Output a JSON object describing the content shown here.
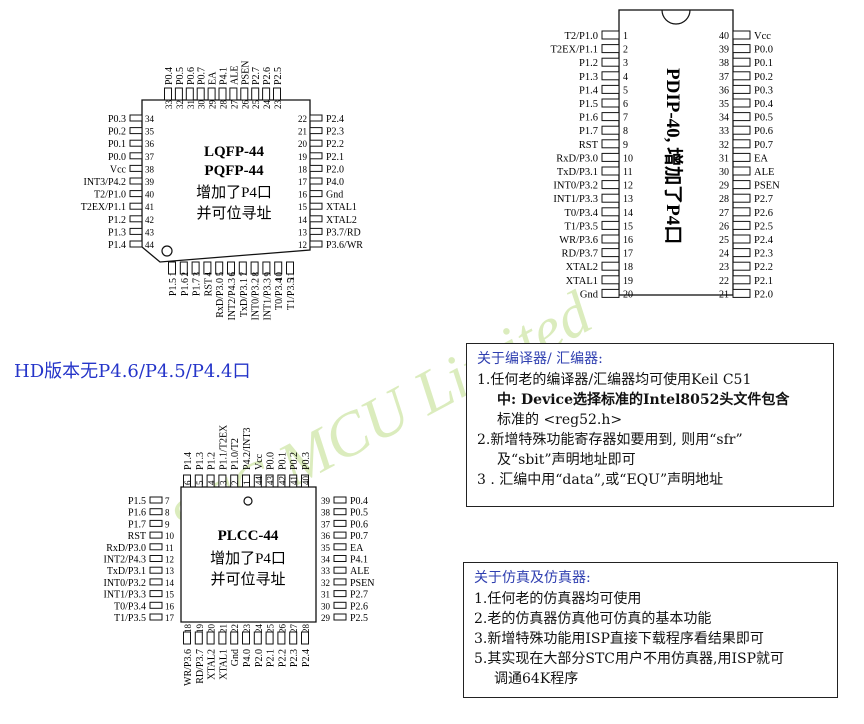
{
  "watermark": "STC MCU Limited",
  "lqfp": {
    "title1": "LQFP-44",
    "title2": "PQFP-44",
    "desc1": "增加了P4口",
    "desc2": "并可位寻址",
    "top_labels": [
      "P0.4",
      "P0.5",
      "P0.6",
      "P0.7",
      "EA",
      "P4.1",
      "ALE",
      "PSEN",
      "P2.7",
      "P2.6",
      "P2.5"
    ],
    "top_nums": [
      "33",
      "32",
      "31",
      "30",
      "29",
      "28",
      "27",
      "26",
      "25",
      "24",
      "23"
    ],
    "left_labels": [
      "P0.3",
      "P0.2",
      "P0.1",
      "P0.0",
      "Vcc",
      "INT3/P4.2",
      "T2/P1.0",
      "T2EX/P1.1",
      "P1.2",
      "P1.3",
      "P1.4"
    ],
    "left_nums": [
      "34",
      "35",
      "36",
      "37",
      "38",
      "39",
      "40",
      "41",
      "42",
      "43",
      "44"
    ],
    "right_labels": [
      "P2.4",
      "P2.3",
      "P2.2",
      "P2.1",
      "P2.0",
      "P4.0",
      "Gnd",
      "XTAL1",
      "XTAL2",
      "P3.7/RD",
      "P3.6/WR"
    ],
    "right_nums": [
      "22",
      "21",
      "20",
      "19",
      "18",
      "17",
      "16",
      "15",
      "14",
      "13",
      "12"
    ],
    "bottom_labels": [
      "P1.5",
      "P1.6",
      "P1.7",
      "RST",
      "RxD/P3.0",
      "INT2/P4.3",
      "TxD/P3.1",
      "INT0/P3.2",
      "INT1/P3.3",
      "T0/P3.4",
      "T1/P3.5"
    ],
    "bottom_nums": [
      "1",
      "2",
      "3",
      "4",
      "5",
      "6",
      "7",
      "8",
      "9",
      "10",
      "11"
    ]
  },
  "pdip": {
    "title": "PDIP-40, 增加了P4口",
    "left_labels": [
      "T2/P1.0",
      "T2EX/P1.1",
      "P1.2",
      "P1.3",
      "P1.4",
      "P1.5",
      "P1.6",
      "P1.7",
      "RST",
      "RxD/P3.0",
      "TxD/P3.1",
      "INT0/P3.2",
      "INT1/P3.3",
      "T0/P3.4",
      "T1/P3.5",
      "WR/P3.6",
      "RD/P3.7",
      "XTAL2",
      "XTAL1",
      "Gnd"
    ],
    "left_nums": [
      "1",
      "2",
      "3",
      "4",
      "5",
      "6",
      "7",
      "8",
      "9",
      "10",
      "11",
      "12",
      "13",
      "14",
      "15",
      "16",
      "17",
      "18",
      "19",
      "20"
    ],
    "right_labels": [
      "Vcc",
      "P0.0",
      "P0.1",
      "P0.2",
      "P0.3",
      "P0.4",
      "P0.5",
      "P0.6",
      "P0.7",
      "EA",
      "ALE",
      "PSEN",
      "P2.7",
      "P2.6",
      "P2.5",
      "P2.4",
      "P2.3",
      "P2.2",
      "P2.1",
      "P2.0"
    ],
    "right_nums": [
      "40",
      "39",
      "38",
      "37",
      "36",
      "35",
      "34",
      "33",
      "32",
      "31",
      "30",
      "29",
      "28",
      "27",
      "26",
      "25",
      "24",
      "23",
      "22",
      "21"
    ]
  },
  "plcc": {
    "title": "PLCC-44",
    "desc1": "增加了P4口",
    "desc2": "并可位寻址",
    "top_labels": [
      "P1.4",
      "P1.3",
      "P1.2",
      "P1.1/T2EX",
      "P1.0/T2",
      "P4.2/INT3",
      "Vcc",
      "P0.0",
      "P0.1",
      "P0.2",
      "P0.3"
    ],
    "top_nums": [
      "6",
      "5",
      "4",
      "3",
      "2",
      "1",
      "44",
      "43",
      "42",
      "41",
      "40"
    ],
    "left_labels": [
      "P1.5",
      "P1.6",
      "P1.7",
      "RST",
      "RxD/P3.0",
      "INT2/P4.3",
      "TxD/P3.1",
      "INT0/P3.2",
      "INT1/P3.3",
      "T0/P3.4",
      "T1/P3.5"
    ],
    "left_nums": [
      "7",
      "8",
      "9",
      "10",
      "11",
      "12",
      "13",
      "14",
      "15",
      "16",
      "17"
    ],
    "right_labels": [
      "P0.4",
      "P0.5",
      "P0.6",
      "P0.7",
      "EA",
      "P4.1",
      "ALE",
      "PSEN",
      "P2.7",
      "P2.6",
      "P2.5"
    ],
    "right_nums": [
      "39",
      "38",
      "37",
      "36",
      "35",
      "34",
      "33",
      "32",
      "31",
      "30",
      "29"
    ],
    "bottom_labels": [
      "WR/P3.6",
      "RD/P3.7",
      "XTAL2",
      "XTAL1",
      "Gnd",
      "P4.0",
      "P2.0",
      "P2.1",
      "P2.2",
      "P2.3",
      "P2.4"
    ],
    "bottom_nums": [
      "18",
      "19",
      "20",
      "21",
      "22",
      "23",
      "24",
      "25",
      "26",
      "27",
      "28"
    ]
  },
  "note": "HD版本无P4.6/P4.5/P4.4口",
  "compiler": {
    "heading": "关于编译器/ 汇编器:",
    "l1": "1.任何老的编译器/汇编器均可使用Keil C51",
    "l1b": "中: Device选择标准的Intel8052头文件包含",
    "l1c": "标准的 <reg52.h>",
    "l2": "2.新增特殊功能寄存器如要用到, 则用“sfr”",
    "l2b": "及“sbit”声明地址即可",
    "l3": "3 . 汇编中用“data”,或“EQU”声明地址"
  },
  "emulator": {
    "heading": "关于仿真及仿真器:",
    "l1": "1.任何老的仿真器均可使用",
    "l2": "2.老的仿真器仿真他可仿真的基本功能",
    "l3": "3.新增特殊功能用ISP直接下载程序看结果即可",
    "l5": "5.其实现在大部分STC用户不用仿真器,用ISP就可",
    "l5b": "调通64K程序"
  }
}
